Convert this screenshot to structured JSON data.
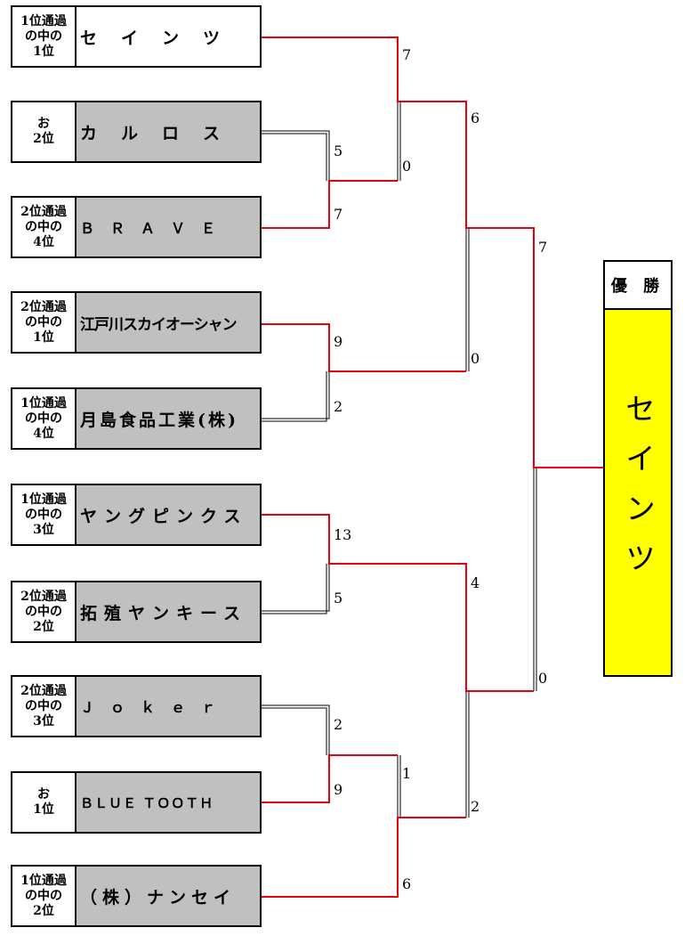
{
  "teams": [
    {
      "seed": "1位通過\nの中の\n1位",
      "name": "セ　イ　ン　ツ",
      "fill": "white"
    },
    {
      "seed": "お\n2位",
      "name": "カ　ル　ロ　ス",
      "fill": "grey"
    },
    {
      "seed": "2位通過\nの中の\n4位",
      "name": "Ｂ　Ｒ　Ａ　Ｖ　Ｅ",
      "fill": "grey"
    },
    {
      "seed": "2位通過\nの中の\n1位",
      "name": "江戸川スカイオーシャン",
      "fill": "grey"
    },
    {
      "seed": "1位通過\nの中の\n4位",
      "name": "月島食品工業(株)",
      "fill": "grey"
    },
    {
      "seed": "1位通過\nの中の\n3位",
      "name": "ヤングピンクス",
      "fill": "grey"
    },
    {
      "seed": "2位通過\nの中の\n2位",
      "name": "拓殖ヤンキース",
      "fill": "grey"
    },
    {
      "seed": "2位通過\nの中の\n3位",
      "name": "Ｊ　ｏ　ｋ　ｅ　ｒ",
      "fill": "grey"
    },
    {
      "seed": "お\n1位",
      "name": "ＢＬＵＥ ＴＯＯＴＨ",
      "fill": "grey"
    },
    {
      "seed": "1位通過\nの中の\n2位",
      "name": "（株）ナンセイ",
      "fill": "grey"
    }
  ],
  "scores": {
    "s1": "7",
    "s2": "5",
    "s3": "7",
    "s4": "0",
    "s5": "6",
    "s6": "9",
    "s7": "2",
    "s8": "0",
    "s9": "7",
    "s10": "13",
    "s11": "5",
    "s12": "4",
    "s13": "0",
    "s14": "2",
    "s15": "9",
    "s16": "1",
    "s17": "6",
    "s18": "2"
  },
  "champion": {
    "label": "優 勝",
    "name": "セインツ"
  },
  "colors": {
    "win_line": "#e8000d",
    "lose_line": "#000000",
    "champ_fill": "#ffff00",
    "team_fill": "#c0c0c0"
  }
}
